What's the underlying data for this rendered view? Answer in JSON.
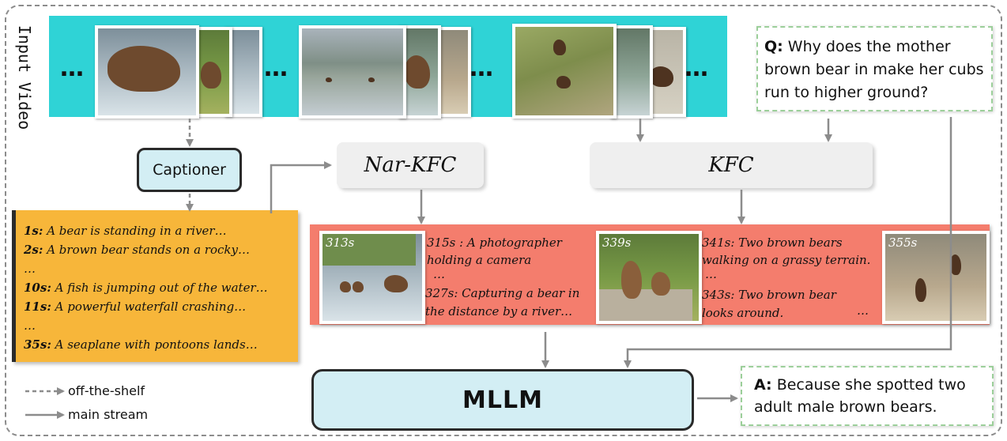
{
  "input_video_label": "Input Video",
  "strip_ellipsis": "…",
  "question": {
    "prefix": "Q:",
    "text": "Why does the mother brown bear in make her cubs run to higher ground?"
  },
  "captioner_label": "Captioner",
  "nar_kfc_label": "Nar-KFC",
  "kfc_label": "KFC",
  "captions": [
    {
      "time": "1s:",
      "text": " A bear is standing in a river…"
    },
    {
      "time": "2s:",
      "text": " A brown bear stands on a rocky…"
    },
    {
      "time": "",
      "text": "…"
    },
    {
      "time": "10s:",
      "text": " A fish is jumping out of the water…"
    },
    {
      "time": "11s:",
      "text": " A powerful waterfall crashing…"
    },
    {
      "time": "",
      "text": "…"
    },
    {
      "time": "35s:",
      "text": " A seaplane with pontoons lands…"
    }
  ],
  "keyframes": {
    "ts1": "313s",
    "ts2": "339s",
    "ts3": "355s",
    "text1_l1": "315s : A photographer",
    "text1_l2": "holding a camera",
    "text1_l3": "…",
    "text1_l4": "327s: Capturing a bear in",
    "text1_l5": "the distance by a river…",
    "text2_l1": "341s: Two brown bears",
    "text2_l2": "walking on a grassy terrain.",
    "text2_l3": "…",
    "text2_l4": "343s: Two brown bear",
    "text2_l5": "looks around.",
    "trailing_ellipsis": "…"
  },
  "mllm_label": "MLLM",
  "answer": {
    "prefix": "A:",
    "text": "Because she spotted two adult male brown bears."
  },
  "legend": {
    "dashed": "off-the-shelf",
    "solid": "main stream"
  },
  "colors": {
    "strip": "#2fd3d6",
    "captions_bg": "#f7b63a",
    "kfc_panel": "#f47d6d",
    "model_box": "#d3eef4",
    "pill": "#efefef",
    "dashed_green": "#9ccf9a",
    "arrow": "#8c8c8c"
  }
}
